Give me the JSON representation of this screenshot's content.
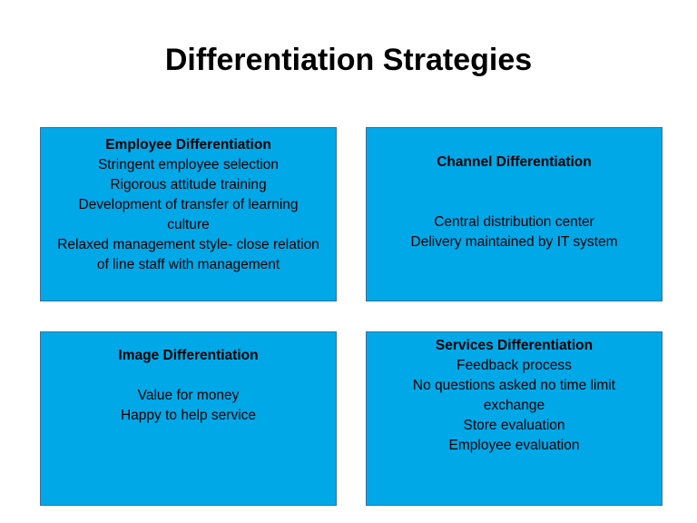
{
  "title": "Differentiation Strategies",
  "colors": {
    "box_fill": "#00a8e8",
    "box_border": "#3b6f9a"
  },
  "boxes": [
    {
      "heading": "Employee Differentiation",
      "lines": [
        "Stringent employee selection",
        "Rigorous attitude training",
        "Development of transfer of learning",
        "culture",
        "Relaxed management style- close relation",
        "of line staff with management"
      ]
    },
    {
      "heading": "Channel Differentiation",
      "lines": [
        "Central distribution center",
        "Delivery maintained by IT system"
      ]
    },
    {
      "heading": "Image Differentiation",
      "lines": [
        "Value for money",
        "Happy to help service"
      ]
    },
    {
      "heading": "Services Differentiation",
      "lines": [
        "Feedback process",
        "No questions asked no time limit",
        "exchange",
        "Store evaluation",
        "Employee evaluation"
      ]
    }
  ]
}
